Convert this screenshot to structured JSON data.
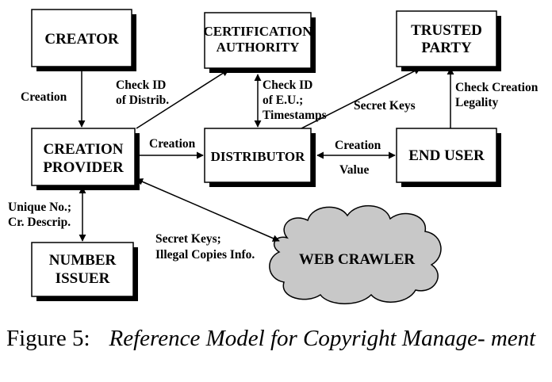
{
  "boxes": {
    "creator": [
      "CREATOR"
    ],
    "certification_authority": [
      "CERTIFICATION",
      "AUTHORITY"
    ],
    "trusted_party": [
      "TRUSTED",
      "PARTY"
    ],
    "creation_provider": [
      "CREATION",
      "PROVIDER"
    ],
    "distributor": [
      "DISTRIBUTOR"
    ],
    "end_user": [
      "END USER"
    ],
    "number_issuer": [
      "NUMBER",
      "ISSUER"
    ],
    "web_crawler": [
      "WEB CRAWLER"
    ]
  },
  "labels": {
    "creator_to_provider": [
      "Creation"
    ],
    "provider_to_ca": [
      "Check ID",
      "of Distrib."
    ],
    "ca_to_distributor": [
      "Check ID",
      "of E.U.;",
      "Timestamps"
    ],
    "distributor_to_trusted": [
      "Secret Keys"
    ],
    "enduser_to_trusted": [
      "Check Creation",
      "Legality"
    ],
    "provider_to_distributor": [
      "Creation"
    ],
    "distributor_enduser_top": [
      "Creation"
    ],
    "distributor_enduser_bottom": [
      "Value"
    ],
    "provider_to_issuer": [
      "Unique No.;",
      "Cr. Descrip."
    ],
    "provider_to_crawler": [
      "Secret Keys;",
      "Illegal Copies Info."
    ]
  },
  "caption": {
    "label": "Figure 5:",
    "text": "Reference Model for Copyright Manage- ment"
  }
}
